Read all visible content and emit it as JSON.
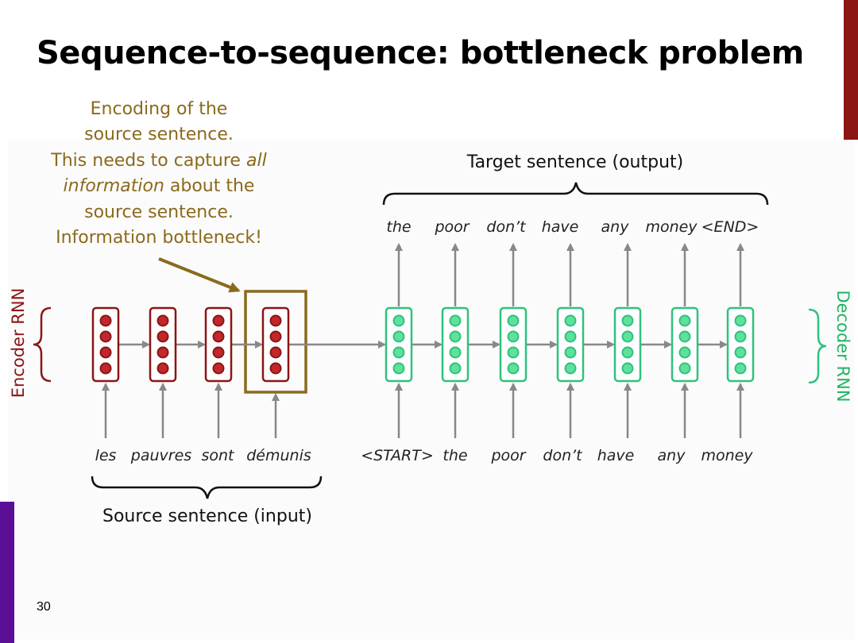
{
  "slide": {
    "title": "Sequence-to-sequence: bottleneck problem",
    "page_number": "30"
  },
  "annotation": {
    "lines": [
      "Encoding of the",
      "source sentence.",
      "This needs to capture ",
      "all",
      "information",
      " about the",
      "source sentence.",
      "Information bottleneck!"
    ]
  },
  "labels": {
    "encoder": "Encoder RNN",
    "decoder": "Decoder RNN",
    "target": "Target sentence (output)",
    "source": "Source sentence (input)"
  },
  "source_words": [
    "les",
    "pauvres",
    "sont",
    "démunis"
  ],
  "decoder_inputs": [
    "<START>",
    "the",
    "poor",
    "don’t",
    "have",
    "any",
    "money"
  ],
  "decoder_outputs": [
    "the",
    "poor",
    "don’t",
    "have",
    "any",
    "money",
    "<END>"
  ],
  "colors": {
    "encoder": "#8c1515",
    "encoder_dot": "#c0282b",
    "decoder": "#2ec27e",
    "decoder_dot": "#5fe09b",
    "highlight": "#8a6a1c",
    "arrow": "#888888"
  }
}
